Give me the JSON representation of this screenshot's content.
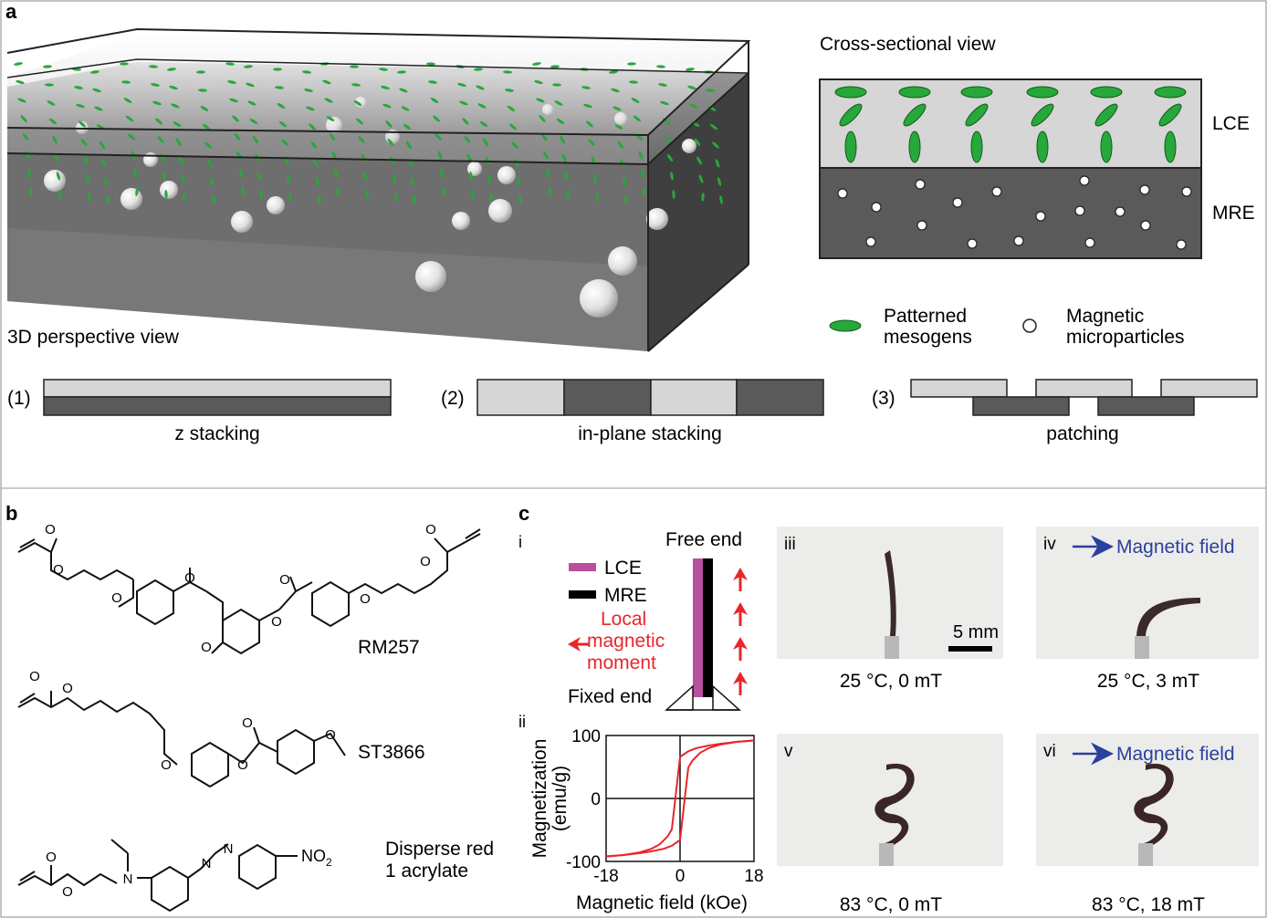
{
  "panel_a": {
    "letter": "a",
    "perspective_label": "3D perspective view",
    "cross_title": "Cross-sectional view",
    "lce_label": "LCE",
    "mre_label": "MRE",
    "legend_mesogen": [
      "Patterned",
      "mesogens"
    ],
    "legend_particle": [
      "Magnetic",
      "microparticles"
    ],
    "stack_items": [
      {
        "num": "(1)",
        "caption": "z stacking"
      },
      {
        "num": "(2)",
        "caption": "in-plane stacking"
      },
      {
        "num": "(3)",
        "caption": "patching"
      }
    ],
    "colors": {
      "lce": "#d6d6d6",
      "mre": "#5a5a5a",
      "mesogen": "#27a83a"
    }
  },
  "panel_b": {
    "letter": "b",
    "molecules": [
      {
        "name": "RM257"
      },
      {
        "name": "ST3866"
      },
      {
        "name_lines": [
          "Disperse red",
          "1 acrylate"
        ],
        "substituent": "NO",
        "substituent_sub": "2"
      }
    ],
    "atom_O": "O",
    "atom_N": "N"
  },
  "panel_c": {
    "letter": "c",
    "sub_i": "i",
    "sub_ii": "ii",
    "free_end": "Free end",
    "fixed_end": "Fixed end",
    "legend_lce": "LCE",
    "legend_mre": "MRE",
    "moment_label": [
      "Local",
      "magnetic",
      "moment"
    ],
    "colors": {
      "lce": "#b8509e",
      "mre": "#000000",
      "moment": "#e8262a",
      "field": "#2b3f9e"
    },
    "photos": [
      {
        "roman": "iii",
        "caption": "25 °C, 0 mT",
        "field_text": "",
        "scale_text": "5 mm"
      },
      {
        "roman": "iv",
        "caption": "25 °C, 3 mT",
        "field_text": "Magnetic field",
        "scale_text": ""
      },
      {
        "roman": "v",
        "caption": "83 °C, 0 mT",
        "field_text": "",
        "scale_text": ""
      },
      {
        "roman": "vi",
        "caption": "83 °C, 18 mT",
        "field_text": "Magnetic field",
        "scale_text": ""
      }
    ]
  },
  "chart_data": {
    "type": "line",
    "title": "",
    "xlabel": "Magnetic field (kOe)",
    "ylabel": [
      "Magnetization",
      "(emu/g)"
    ],
    "xlim": [
      -18,
      18
    ],
    "ylim": [
      -100,
      100
    ],
    "x_ticks": [
      "-18",
      "0",
      "18"
    ],
    "y_ticks": [
      "100",
      "0",
      "-100"
    ],
    "grid": false,
    "series": [
      {
        "color": "#e8262a",
        "x": [
          -18,
          -14,
          -10,
          -7,
          -5,
          -3,
          -2,
          0,
          2,
          4,
          7,
          10,
          14,
          18
        ],
        "y": [
          -92,
          -90,
          -86,
          -80,
          -73,
          -60,
          -49,
          66,
          75,
          80,
          84,
          87,
          90,
          92
        ]
      },
      {
        "color": "#e8262a",
        "x": [
          -18,
          -14,
          -10,
          -7,
          -4,
          -2,
          0,
          2,
          3,
          5,
          7,
          10,
          14,
          18
        ],
        "y": [
          -92,
          -90,
          -87,
          -84,
          -80,
          -75,
          -66,
          49,
          60,
          73,
          80,
          86,
          90,
          92
        ]
      }
    ]
  }
}
